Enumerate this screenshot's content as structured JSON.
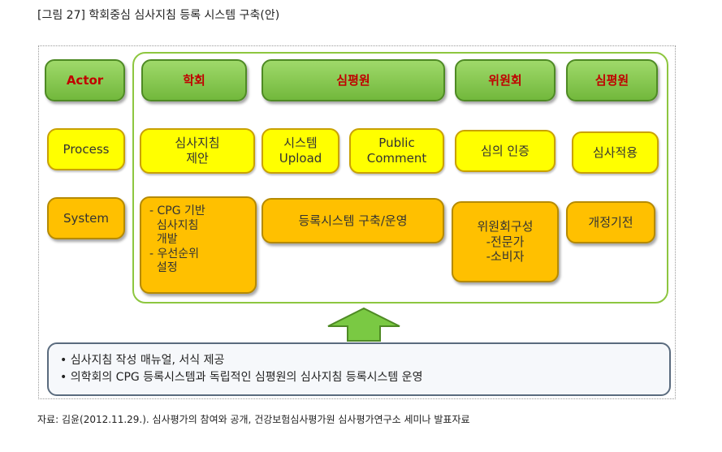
{
  "caption": "[그림 27] 학회중심 심사지침 등록 시스템 구축(안)",
  "rows": {
    "actor": "Actor",
    "process": "Process",
    "system": "System"
  },
  "actors": {
    "society": "학회",
    "hira": "심평원",
    "committee": "위원회",
    "hira2": "심평원"
  },
  "process": {
    "propose": "심사지침\n제안",
    "upload": "시스템\nUpload",
    "public_comment": "Public\nComment",
    "certify": "심의 인증",
    "apply": "심사적용"
  },
  "system": {
    "cpg": "- CPG 기반\n  심사지침\n  개발\n- 우선순위\n  설정",
    "registry": "등록시스템 구축/운영",
    "committee_build": "위원회구성\n-전문가\n-소비자",
    "revision": "개정기전"
  },
  "bottom_notes": [
    "• 심사지침 작성 매뉴얼, 서식 제공",
    "• 의학회의 CPG 등록시스템과 독립적인 심평원의 심사지침 등록시스템 운영"
  ],
  "source": "자료: 김윤(2012.11.29.). 심사평가의 참여와 공개, 건강보험심사평가원 심사평가연구소 세미나 발표자료",
  "colors": {
    "green": "#8dc63f",
    "yellow": "#ffff00",
    "orange": "#ffc000",
    "actor_text": "#c00000"
  }
}
